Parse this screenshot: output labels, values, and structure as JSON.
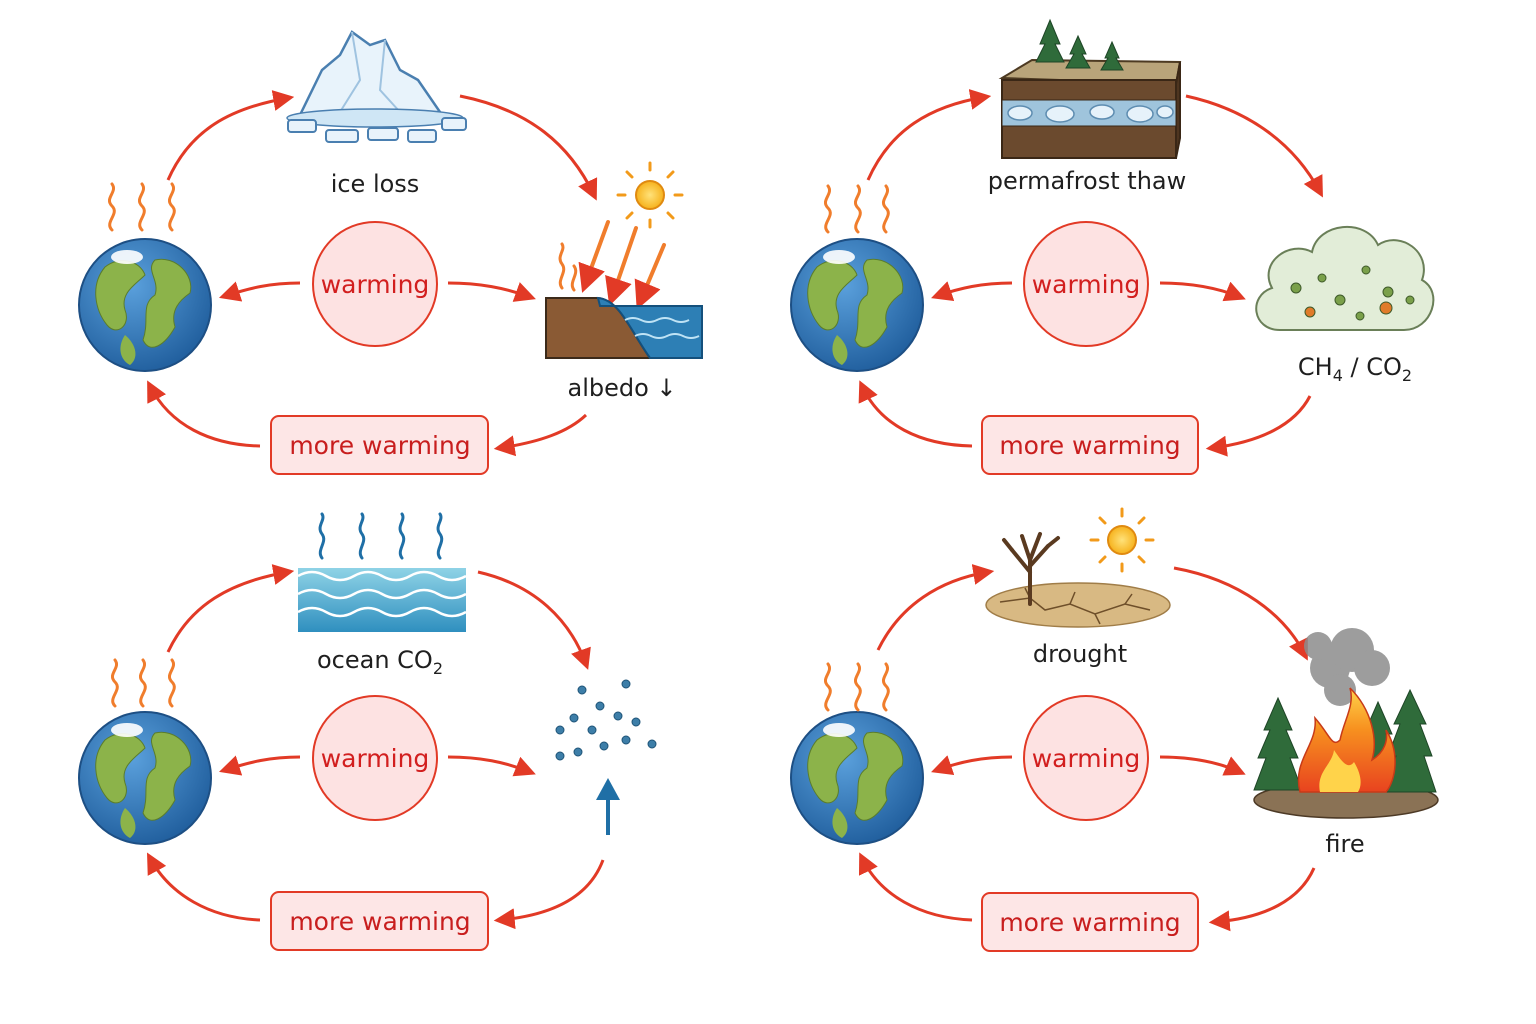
{
  "colors": {
    "arrow": "#e23a26",
    "warming_fill": "#fde2e2",
    "warming_stroke": "#e23a26",
    "box_fill": "#fde6e6",
    "box_stroke": "#e23a26",
    "heat_wave": "#f07d2c",
    "earth_ocean": "#2e74b5",
    "earth_land": "#8cb34a"
  },
  "loops": [
    {
      "id": "ice-albedo",
      "top_label": "ice loss",
      "side_label": "albedo ↓",
      "center_label": "warming",
      "bottom_label": "more warming",
      "top_icon": "iceberg-icon",
      "side_icon": "dark-land-sea-sunlight-icon"
    },
    {
      "id": "permafrost",
      "top_label": "permafrost thaw",
      "side_label_main": "CH",
      "side_label_sub1": "4",
      "side_label_mid": " / CO",
      "side_label_sub2": "2",
      "center_label": "warming",
      "bottom_label": "more warming",
      "top_icon": "permafrost-soil-block-icon",
      "side_icon": "gas-cloud-icon"
    },
    {
      "id": "ocean",
      "top_label_main": "ocean CO",
      "top_label_sub": "2",
      "center_label": "warming",
      "bottom_label": "more warming",
      "top_icon": "warm-ocean-icon",
      "side_icon": "co2-bubbles-rising-icon"
    },
    {
      "id": "drought-fire",
      "top_label": "drought",
      "side_label": "fire",
      "center_label": "warming",
      "bottom_label": "more warming",
      "top_icon": "dead-tree-cracked-soil-icon",
      "side_icon": "forest-fire-icon"
    }
  ]
}
